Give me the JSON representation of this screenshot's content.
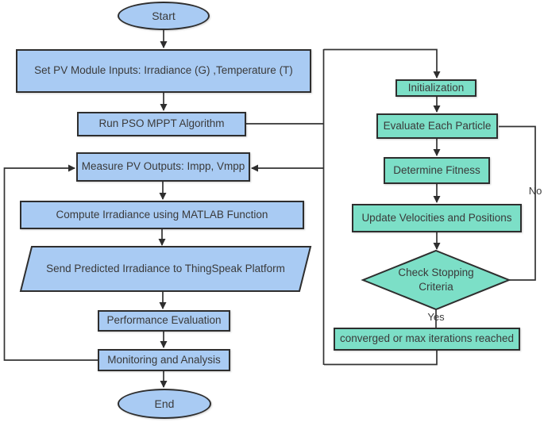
{
  "diagram": {
    "nodes": {
      "start": "Start",
      "set_inputs": "Set PV Module Inputs: Irradiance (G) ,Temperature (T)",
      "run_pso": "Run PSO MPPT Algorithm",
      "measure_outputs": "Measure PV Outputs: Impp, Vmpp",
      "compute_irradiance": "Compute Irradiance using MATLAB Function",
      "send_irradiance": "Send Predicted Irradiance to ThingSpeak Platform",
      "performance_evaluation": "Performance Evaluation",
      "monitoring_analysis": "Monitoring and Analysis",
      "end": "End",
      "initialization": "Initialization",
      "evaluate_particle": "Evaluate Each Particle",
      "determine_fitness": "Determine Fitness",
      "update_velocities": "Update Velocities and Positions",
      "check_stopping": "Check Stopping Criteria",
      "converged": "converged or max iterations reached"
    },
    "edge_labels": {
      "yes": "Yes",
      "no": "No"
    },
    "colors": {
      "process_fill": "#A9CBF3",
      "pso_fill": "#7CDFC7",
      "outline": "#2E2E2E",
      "connector": "#333333",
      "text": "#3A3A3A",
      "background": "#FFFFFF"
    }
  }
}
